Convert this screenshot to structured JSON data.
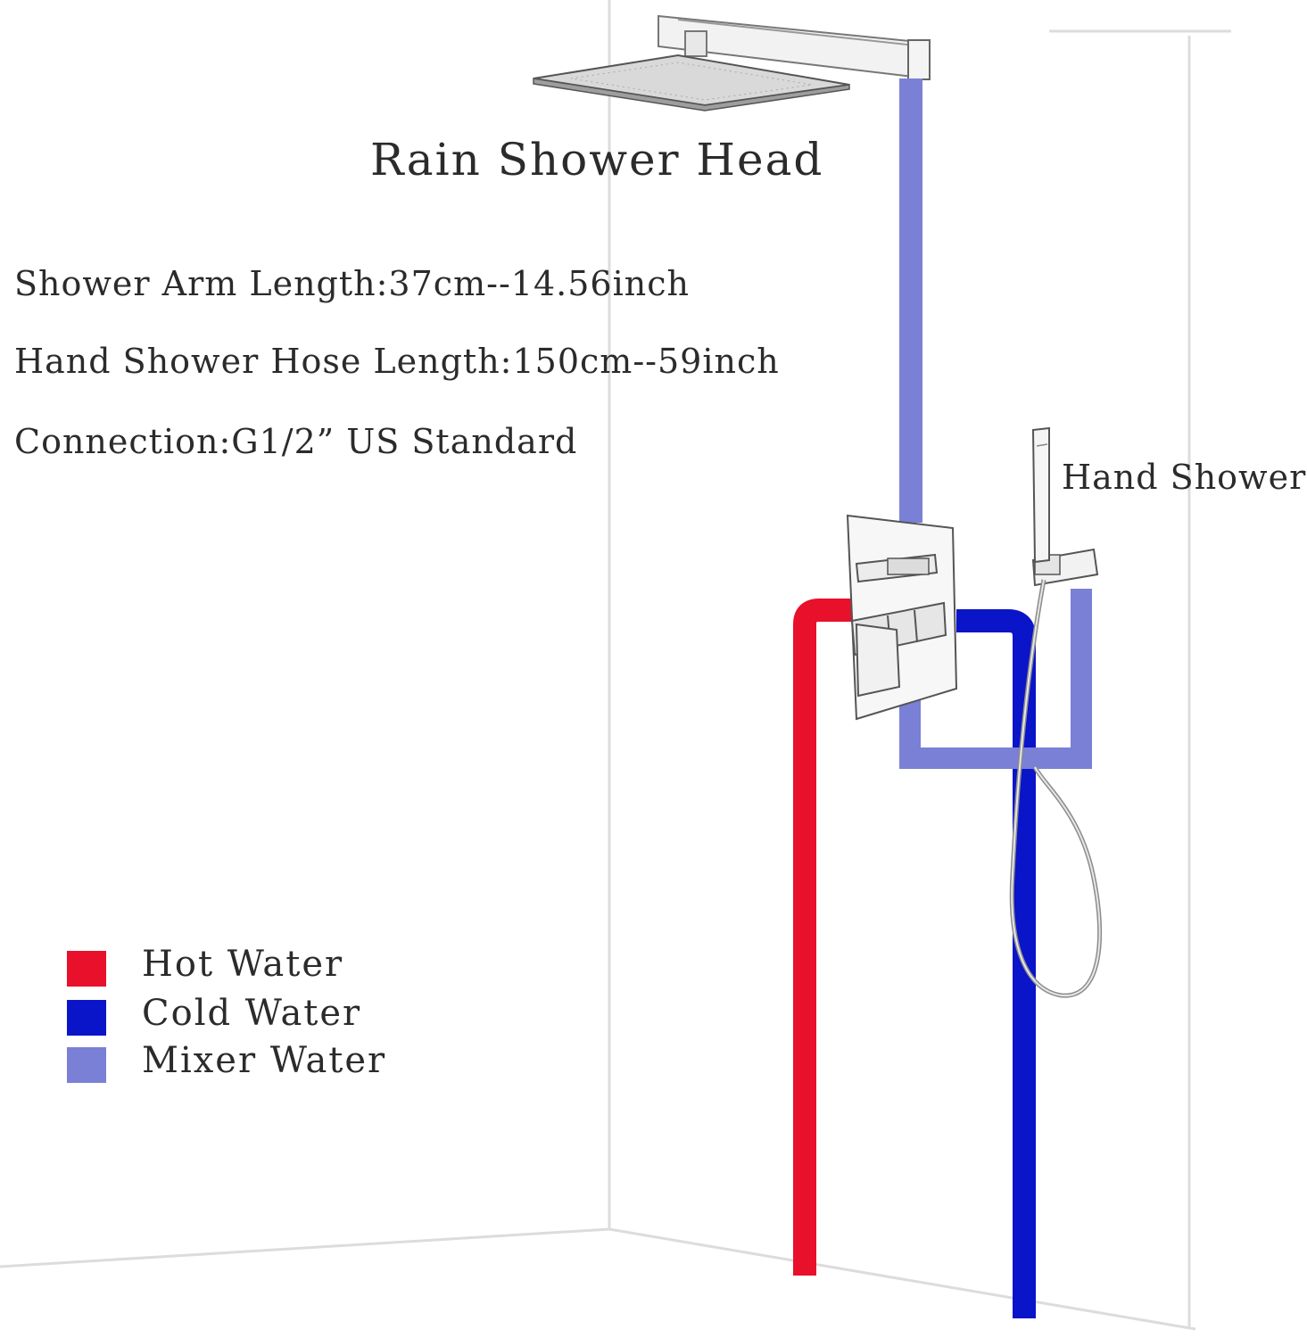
{
  "diagram": {
    "title": "Rain Shower Head",
    "specs": [
      "Shower Arm Length:37cm--14.56inch",
      "Hand Shower Hose Length:150cm--59inch",
      "Connection:G1/2”  US Standard"
    ],
    "hand_shower_label": "Hand Shower"
  },
  "legend": {
    "items": [
      {
        "label": "Hot Water",
        "color": "#e8102a"
      },
      {
        "label": "Cold Water",
        "color": "#0a14c8"
      },
      {
        "label": "Mixer Water",
        "color": "#7a80d6"
      }
    ]
  }
}
